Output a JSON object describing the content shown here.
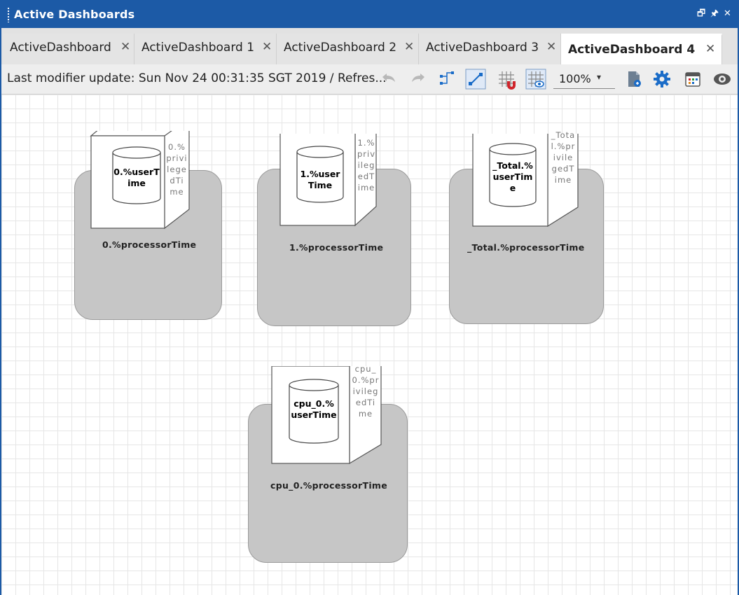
{
  "window": {
    "title": "Active Dashboards",
    "controls": {
      "restore": "🗗",
      "pin": "🖈",
      "close": "✕"
    }
  },
  "tabs": [
    {
      "label": "ActiveDashboard",
      "close": "✕"
    },
    {
      "label": "ActiveDashboard 1",
      "close": "✕"
    },
    {
      "label": "ActiveDashboard 2",
      "close": "✕"
    },
    {
      "label": "ActiveDashboard 3",
      "close": "✕"
    },
    {
      "label": "ActiveDashboard 4",
      "close": "✕",
      "active": true
    }
  ],
  "toolbar": {
    "status": "Last modifier update: Sun Nov 24 00:31:35 SGT 2019 / Refres...",
    "zoom": "100%",
    "zoom_caret": "▾",
    "icons": [
      "undo-icon",
      "redo-icon",
      "tree-layout-icon",
      "connector-icon",
      "snap-grid-icon",
      "show-grid-icon",
      "export-icon",
      "settings-icon",
      "calendar-icon",
      "preview-icon"
    ]
  },
  "colors": {
    "titlebar": "#1c5aa6",
    "accent": "#1a6cc8",
    "group": "#c6c6c6"
  },
  "nodes": [
    {
      "cylinder": "0.%userTime",
      "side": "0.%privilegedTime",
      "label": "0.%processorTime"
    },
    {
      "cylinder": "1.%userTime",
      "side": "1.%privilegedTime",
      "label": "1.%processorTime"
    },
    {
      "cylinder": "_Total.%userTime",
      "side": "_Total.%privilegedTime",
      "label": "_Total.%processorTime"
    },
    {
      "cylinder": "cpu_0.%userTime",
      "side": "cpu_0.%privilegedTime",
      "label": "cpu_0.%processorTime"
    }
  ]
}
